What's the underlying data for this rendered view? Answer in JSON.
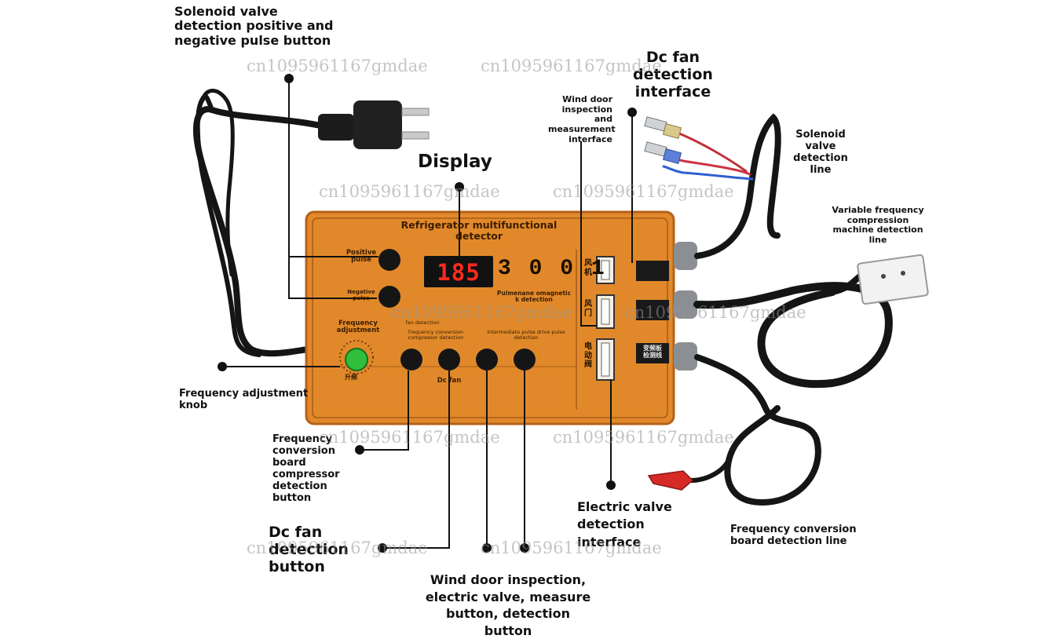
{
  "callouts": {
    "solenoid_pulse_button": "Solenoid valve\ndetection positive and\nnegative pulse button",
    "dc_fan_interface": "Dc fan\ndetection\ninterface",
    "wind_door_interface": "Wind door\ninspection and\nmeasurement\ninterface",
    "display": "Display",
    "solenoid_line": "Solenoid\nvalve\ndetection\nline",
    "variable_freq_line": "Variable frequency\ncompression\nmachine detection\nline",
    "freq_knob": "Frequency adjustment\nknob",
    "freq_board_compressor_button": "Frequency\nconversion\nboard\ncompressor\ndetection\nbutton",
    "dc_fan_button": "Dc fan\ndetection\nbutton",
    "electric_valve_interface": "Electric valve\ndetection\ninterface",
    "freq_board_line": "Frequency conversion\nboard detection line",
    "wind_door_buttons": "Wind door inspection,\nelectric valve, measure\nbutton, detection button"
  },
  "panel": {
    "title": "Refrigerator multifunctional\ndetector",
    "positive_pulse": "Positive\npulse",
    "negative_pulse": "Negative\npulse",
    "frequency_adjustment": "Frequency\nadjustment",
    "led_value": "185",
    "big_digits": "3 0 0 1",
    "pulse_caption": "Pulmenane omagnetic\nk detection",
    "fan_detection": "fan detection",
    "freq_conv_caption": "frequency conversion\ncompressor detection",
    "intermediate_caption": "Intermediate pulse drive pulse\ndetection",
    "dc_fan_label": "Dc fan",
    "port_fan": "风机",
    "port_door": "风门",
    "port_valve": "电动阀",
    "port_freq": "变频板\n检测线",
    "knob_label": "升频"
  },
  "watermarks": [
    "cn1095961167gmdae",
    "cn1095961167gmdae",
    "cn1095961167gmdae",
    "cn1095961167gmdae",
    "cn1095961167gmdae",
    "cn1095961167gmdae",
    "cn1095961167gmdae",
    "cn1095961167gmdae",
    "cn1095961167gmdae",
    "cn1095961167gmdae",
    "cn1095961167gmdae"
  ],
  "colors": {
    "panel_orange": "#e1892a",
    "panel_edge": "#b4621a",
    "led_red": "#ff2a1e",
    "knob_green": "#2fbf3a",
    "cable_black": "#151515",
    "gland_gray": "#8b8f93",
    "alligator_red": "#d62a26",
    "wire_blue": "#2f5fd0"
  }
}
